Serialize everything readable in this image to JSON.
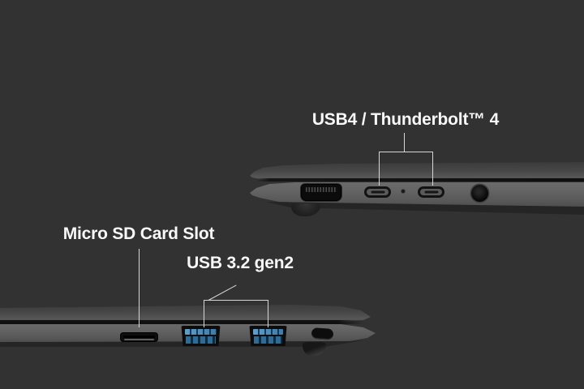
{
  "page": {
    "title": "Laptop side views with port callouts"
  },
  "labels": {
    "usb4_thunderbolt": "USB4 / Thunderbolt™ 4",
    "micro_sd": "Micro SD Card Slot",
    "usb_32_gen2": "USB 3.2 gen2"
  },
  "ports": {
    "top_laptop_right_side": [
      "HDMI",
      "USB-C USB4/Thunderbolt 4",
      "LED indicator",
      "USB-C USB4/Thunderbolt 4",
      "Headphone jack"
    ],
    "bottom_laptop_left_side": [
      "Micro SD card slot",
      "USB-A 3.2 gen2",
      "USB-A 3.2 gen2",
      "Security lock slot"
    ]
  },
  "colors": {
    "background": "#323232",
    "label_text": "#f8f8f8",
    "annotation_line": "#d6d6d6",
    "usb_a_blue": "#4186b8",
    "laptop_body": "#5e5e5e"
  }
}
